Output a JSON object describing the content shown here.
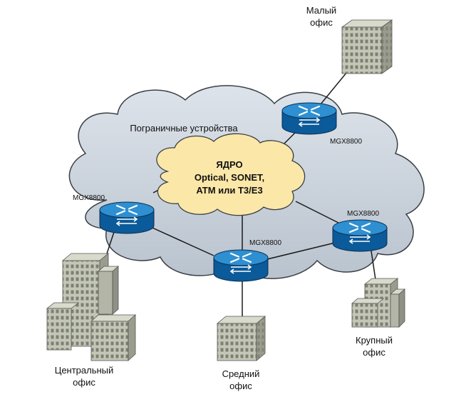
{
  "cloud": {
    "label": "Пограничные устройства"
  },
  "core": {
    "line1": "ЯДРО",
    "line2": "Optical, SONET,",
    "line3": "ATM или T3/E3"
  },
  "routers": [
    {
      "id": "router-top",
      "label": "MGX8800"
    },
    {
      "id": "router-left",
      "label": "MGX8800"
    },
    {
      "id": "router-middle",
      "label": "MGX8800"
    },
    {
      "id": "router-right",
      "label": "MGX8800"
    }
  ],
  "offices": {
    "small": {
      "line1": "Малый",
      "line2": "офис"
    },
    "central": {
      "line1": "Центральный",
      "line2": "офис"
    },
    "medium": {
      "line1": "Средний",
      "line2": "офис"
    },
    "large": {
      "line1": "Крупный",
      "line2": "офис"
    }
  },
  "colors": {
    "cloud_fill": "#c9d1da",
    "core_fill": "#fbe7a8",
    "router_top": "#2e8fd1",
    "router_body": "#0b5a99",
    "building_front": "#c4c7b8",
    "building_side": "#9a9d8e",
    "window": "#7d8070"
  }
}
